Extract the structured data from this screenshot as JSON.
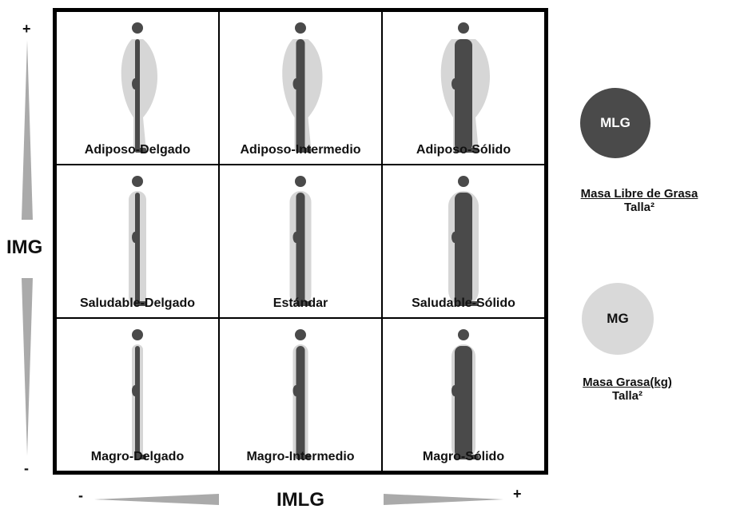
{
  "axes": {
    "y_label": "IMG",
    "y_plus": "+",
    "y_minus": "-",
    "x_label": "IMLG",
    "x_minus": "-",
    "x_plus": "+"
  },
  "cells": [
    {
      "label": "Adiposo-Delgado",
      "fat": "high",
      "lean": "low"
    },
    {
      "label": "Adiposo-Intermedio",
      "fat": "high",
      "lean": "mid"
    },
    {
      "label": "Adiposo-Sólido",
      "fat": "high",
      "lean": "high"
    },
    {
      "label": "Saludable-Delgado",
      "fat": "mid",
      "lean": "low"
    },
    {
      "label": "Estándar",
      "fat": "mid",
      "lean": "mid"
    },
    {
      "label": "Saludable-Sólido",
      "fat": "mid",
      "lean": "high"
    },
    {
      "label": "Magro-Delgado",
      "fat": "low",
      "lean": "low"
    },
    {
      "label": "Magro-Intermedio",
      "fat": "low",
      "lean": "mid"
    },
    {
      "label": "Magro-Sólido",
      "fat": "low",
      "lean": "high"
    }
  ],
  "legend": {
    "mlg": {
      "circle_label": "MLG",
      "numerator": "Masa Libre de Grasa",
      "denominator": "Talla²",
      "color": "#4a4a4a"
    },
    "mg": {
      "circle_label": "MG",
      "numerator": "Masa Grasa(kg)",
      "denominator": "Talla²",
      "color": "#d9d9d9"
    }
  },
  "colors": {
    "lean": "#4a4a4a",
    "fat": "#d6d6d6",
    "arrow": "#aaaaaa"
  }
}
